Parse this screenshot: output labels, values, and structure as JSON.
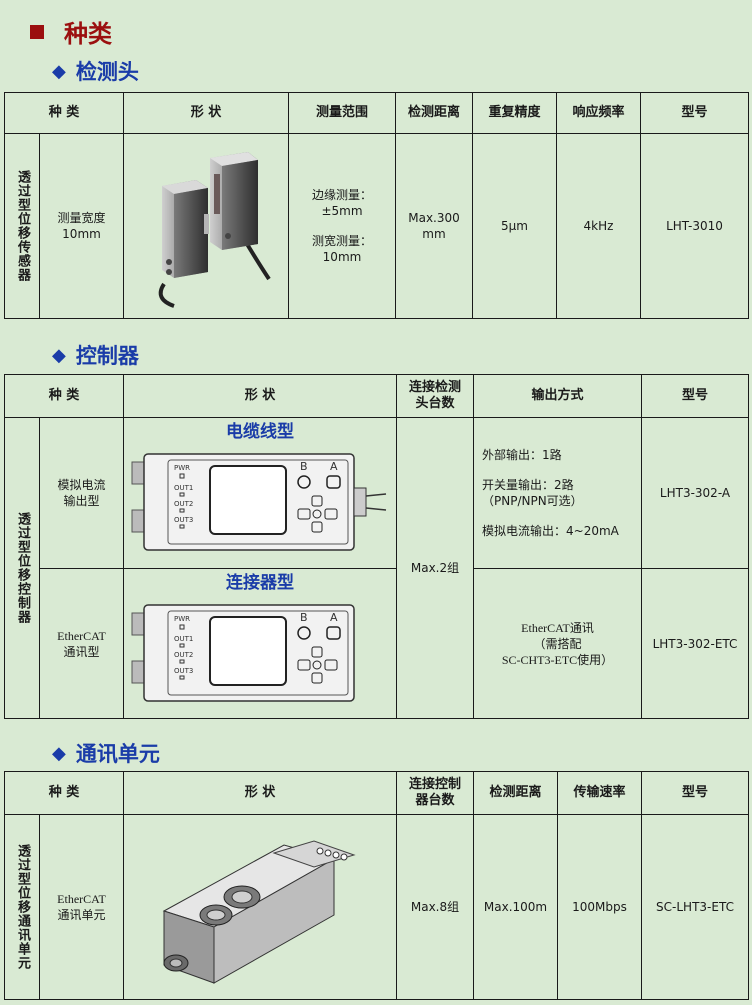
{
  "heading": "种类",
  "sections": {
    "sensor": {
      "title": "检测头",
      "headers": [
        "种 类",
        "形 状",
        "测量范围",
        "检测距离",
        "重复精度",
        "响应频率",
        "型号"
      ],
      "category": "透过型位移传感器",
      "row": {
        "type": "测量宽度\n10mm",
        "range_edge": "边缘测量：\n±5mm",
        "range_width": "测宽测量：\n10mm",
        "distance": "Max.300\nmm",
        "precision": "5μm",
        "frequency": "4kHz",
        "model": "LHT-3010"
      }
    },
    "controller": {
      "title": "控制器",
      "headers": [
        "种 类",
        "形 状",
        "连接检测\n头台数",
        "输出方式",
        "型号"
      ],
      "category": "透过型位移控制器",
      "count": "Max.2组",
      "rows": [
        {
          "type": "模拟电流\n输出型",
          "image_label": "电缆线型",
          "output": [
            "外部输出：1路",
            "开关量输出：2路\n（PNP/NPN可选）",
            "模拟电流输出：4~20mA"
          ],
          "model": "LHT3-302-A"
        },
        {
          "type": "EtherCAT\n通讯型",
          "image_label": "连接器型",
          "output": [
            "EtherCAT通讯\n（需搭配\nSC-CHT3-ETC使用）"
          ],
          "model": "LHT3-302-ETC"
        }
      ],
      "device_labels": {
        "pwr": "PWR",
        "out1": "OUT1",
        "out2": "OUT2",
        "out3": "OUT3",
        "b": "B",
        "a": "A"
      }
    },
    "comm": {
      "title": "通讯单元",
      "headers": [
        "种 类",
        "形 状",
        "连接控制\n器台数",
        "检测距离",
        "传输速率",
        "型号"
      ],
      "category": "透过型位移通讯单元",
      "row": {
        "type": "EtherCAT\n通讯单元",
        "count": "Max.8组",
        "distance": "Max.100m",
        "rate": "100Mbps",
        "model": "SC-LHT3-ETC"
      }
    }
  },
  "colors": {
    "background": "#d9ead3",
    "heading_red": "#9b0f0f",
    "heading_blue": "#1a3ca8"
  }
}
